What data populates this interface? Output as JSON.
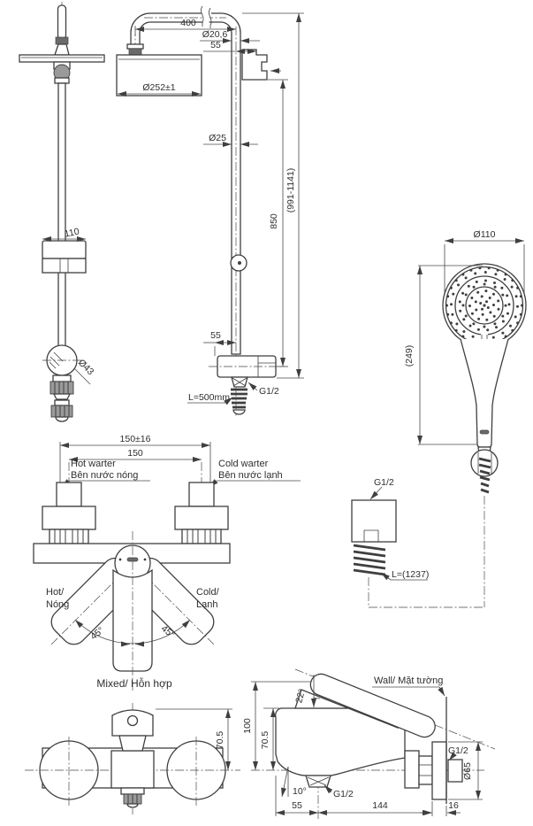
{
  "page": {
    "background": "#ffffff",
    "line_color": "#3f3f3f"
  },
  "views": {
    "shower_front": {
      "slider_width": "110",
      "valve_diameter": "Ø43"
    },
    "shower_side": {
      "arm_length": "400",
      "arm_pipe_diameter": "Ø20,6",
      "top_offset": "55",
      "head_diameter": "Ø252±1",
      "riser_diameter": "Ø25",
      "riser_height": "850",
      "overall_height": "(991-1141)",
      "bottom_offset": "55",
      "outlet_thread": "G1/2",
      "hose_min_length": "L=500mm"
    },
    "hand_shower": {
      "head_diameter": "Ø110",
      "overall_length": "(249)",
      "holder_thread": "G1/2",
      "hose_length": "L=(1237)"
    },
    "mixer_top": {
      "span_with_tolerance": "150±16",
      "span": "150",
      "hot_inlet_en": "Hot warter",
      "hot_inlet_vi": "Bên nước nóng",
      "cold_inlet_en": "Cold warter",
      "cold_inlet_vi": "Bên nước lạnh",
      "hot_position_en": "Hot/",
      "hot_position_vi": "Nóng",
      "cold_position_en": "Cold/",
      "cold_position_vi": "Lạnh",
      "swing_left": "45°",
      "swing_right": "45°",
      "mixed_position": "Mixed/ Hỗn hợp"
    },
    "mixer_front": {
      "body_height": "70.5"
    },
    "mixer_side": {
      "lever_angle": "22°",
      "overall_height": "100",
      "body_height": "70.5",
      "wall_label": "Wall/ Mặt tường",
      "spout_angle": "10°",
      "spout_thread": "G1/2",
      "spout_offset": "55",
      "body_depth": "144",
      "flange_depth": "16",
      "supply_thread": "G1/2",
      "flange_diameter": "Ø65"
    }
  }
}
